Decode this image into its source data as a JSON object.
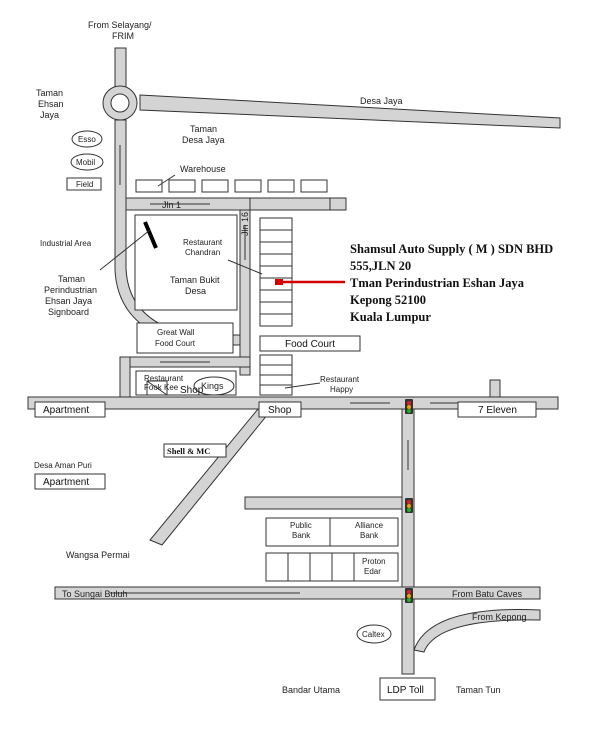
{
  "labels": {
    "from_selayang": [
      "From Selayang/",
      "FRIM"
    ],
    "taman_ehsan_jaya": [
      "Taman",
      "Ehsan",
      "Jaya"
    ],
    "desa_jaya": "Desa Jaya",
    "taman_desa_jaya": [
      "Taman",
      "Desa Jaya"
    ],
    "esso": "Esso",
    "mobil": "Mobil",
    "field": "Field",
    "warehouse": "Warehouse",
    "jln1": "Jln 1",
    "jln16": "Jln 16",
    "industrial_area": "Industrial Area",
    "restaurant_chandran": [
      "Restaurant",
      "Chandran"
    ],
    "taman_bukit_desa": [
      "Taman Bukit",
      "Desa"
    ],
    "signboard": [
      "Taman",
      "Perindustrian",
      "Ehsan Jaya",
      "Signboard"
    ],
    "great_wall": [
      "Great Wall",
      "Food Court"
    ],
    "food_court": "Food Court",
    "restaurant_fook_kee": [
      "Restaurant",
      "Fook Kee"
    ],
    "kings": "Kings",
    "shop_left": "Shop",
    "shop_mid": "Shop",
    "restaurant_happy": [
      "Restaurant",
      "Happy"
    ],
    "apartment_top": "Apartment",
    "seven_eleven": "7 Eleven",
    "shell_mc": "Shell & MC",
    "desa_aman_puri": "Desa Aman Puri",
    "apartment_bottom": "Apartment",
    "public_bank": [
      "Public",
      "Bank"
    ],
    "alliance_bank": [
      "Alliance",
      "Bank"
    ],
    "proton_edar": [
      "Proton",
      "Edar"
    ],
    "wangsa_permai": "Wangsa Permai",
    "to_sungai_buluh": "To Sungai Buluh",
    "from_batu_caves": "From Batu Caves",
    "from_kepong": "From Kepong",
    "caltex": "Caltex",
    "bandar_utama": "Bandar Utama",
    "ldp_toll": "LDP Toll",
    "taman_tun": "Taman Tun"
  },
  "address": {
    "company": "Shamsul Auto Supply ( M ) SDN BHD",
    "street": "555,JLN 20",
    "area": "Tman Perindustrian Eshan Jaya",
    "city": "Kepong 52100",
    "state": "Kuala Lumpur"
  },
  "colors": {
    "road_fill": "#d4d4d4",
    "marker": "#d40000",
    "light_red": "#e02020",
    "light_amber": "#f0a000",
    "light_green": "#20b020"
  },
  "traffic_lights": 3
}
